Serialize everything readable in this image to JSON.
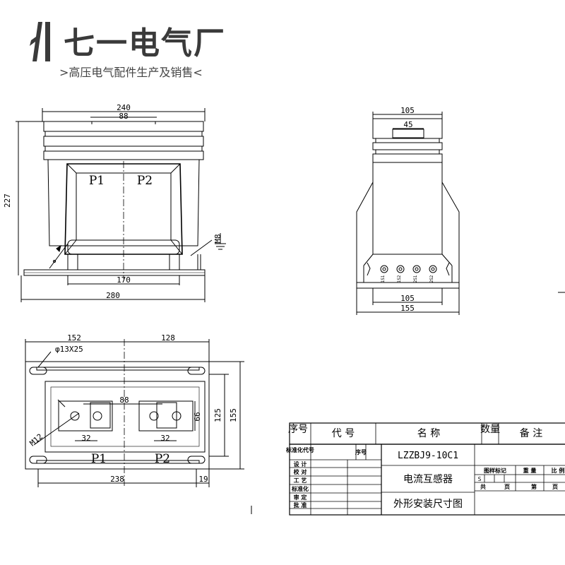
{
  "brand": {
    "name": "七一电气厂",
    "slogan": ">高压电气配件生产及销售<"
  },
  "front_view": {
    "labels": {
      "p1": "P1",
      "p2": "P2"
    },
    "dims": {
      "width_top": "240",
      "inner_top": "88",
      "height": "227",
      "window": "170",
      "base": "280",
      "bolt": "M8"
    }
  },
  "side_view": {
    "dims": {
      "top": "105",
      "cap": "45",
      "base_inner": "105",
      "base_outer": "155"
    },
    "terminals": [
      "1S1",
      "1S2",
      "2S1",
      "2S2"
    ]
  },
  "plan_view": {
    "labels": {
      "p1": "P1",
      "p2": "P2"
    },
    "dims": {
      "left_half": "152",
      "right_half": "128",
      "slot": "φ13X25",
      "center": "88",
      "bolt": "M12",
      "bar_left": "32",
      "bar_right": "32",
      "inner_h": "66",
      "mid_h": "125",
      "outer_h": "155",
      "bottom": "238",
      "edge": "19"
    }
  },
  "title_block": {
    "headers": {
      "no": "序号",
      "code": "代 号",
      "name": "名 称",
      "qty": "数量",
      "remarks": "备 注"
    },
    "row_labels": [
      "标准化代号",
      "设 计",
      "校 对",
      "工 艺",
      "标准化",
      "审 定",
      "批 准"
    ],
    "seq_label": "序号",
    "model": "LZZBJ9-10C1",
    "product": "电流互感器",
    "drawing_title": "外形安装尺寸图",
    "small_headers": [
      "图样标记",
      "重 量",
      "比 例"
    ],
    "small_row": [
      "共",
      "页",
      "第",
      "页"
    ],
    "s_label": "S"
  }
}
